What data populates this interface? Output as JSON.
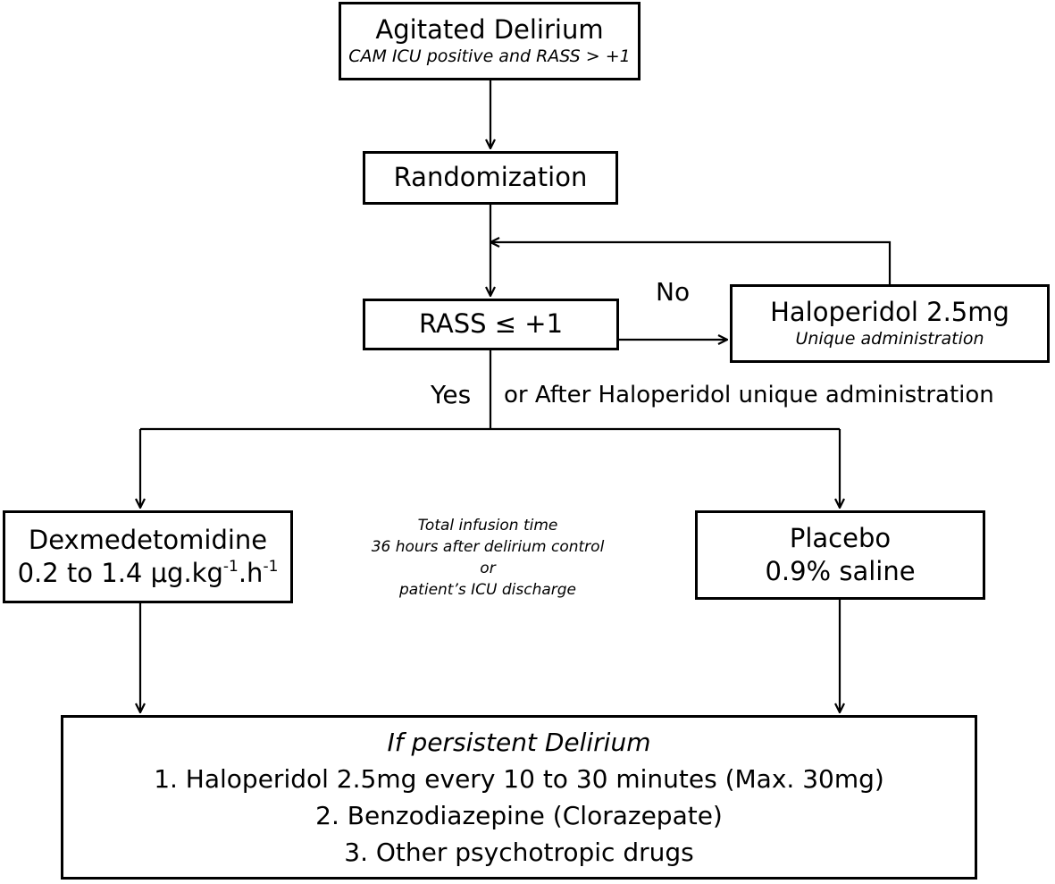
{
  "nodes": {
    "agitated_delirium": {
      "title": "Agitated Delirium",
      "subtitle": "CAM ICU positive and RASS > +1"
    },
    "randomization": {
      "title": "Randomization"
    },
    "rass_check": {
      "title": "RASS ≤ +1"
    },
    "haloperidol": {
      "title": "Haloperidol 2.5mg",
      "subtitle": "Unique administration"
    },
    "dexmedetomidine": {
      "title": "Dexmedetomidine",
      "dose_prefix": "0.2 to 1.4 μg.kg",
      "dose_exp1": "-1",
      "dose_mid": ".h",
      "dose_exp2": "-1"
    },
    "placebo": {
      "title": "Placebo",
      "subtitle": "0.9% saline"
    },
    "persistent": {
      "title": "If persistent Delirium",
      "steps": [
        "1. Haloperidol 2.5mg every 10 to 30 minutes (Max. 30mg)",
        "2. Benzodiazepine (Clorazepate)",
        "3. Other psychotropic drugs"
      ]
    }
  },
  "edge_labels": {
    "no": "No",
    "yes": "Yes",
    "after_haloperidol": "or After Haloperidol unique administration"
  },
  "infusion_note": [
    "Total infusion time",
    "36 hours after delirium control",
    "or",
    "patient’s ICU discharge"
  ]
}
